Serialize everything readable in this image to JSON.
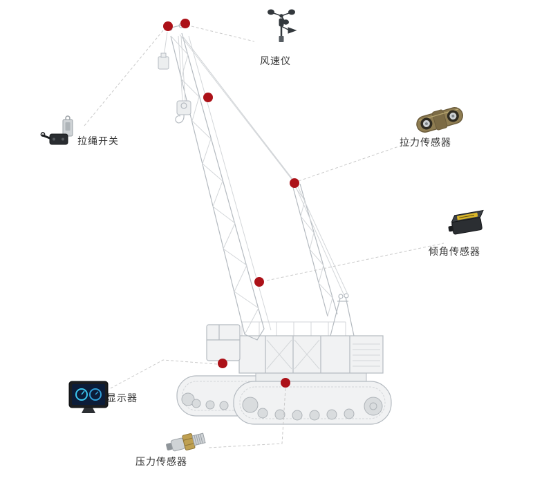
{
  "diagram": {
    "colors": {
      "background": "#ffffff",
      "marker": "#ac1118",
      "leader_line": "#c9c9c9",
      "label_text": "#333333"
    },
    "marker_count": 7,
    "sensors": [
      {
        "key": "anemometer",
        "label": "风速仪",
        "icon": "anemometer-icon"
      },
      {
        "key": "rope-pull-switch",
        "label": "拉绳开关",
        "icon": "rope-pull-switch-icon"
      },
      {
        "key": "tension-sensor",
        "label": "拉力传感器",
        "icon": "load-cell-icon"
      },
      {
        "key": "tilt-sensor",
        "label": "倾角传感器",
        "icon": "tilt-sensor-icon"
      },
      {
        "key": "display",
        "label": "显示器",
        "icon": "display-icon"
      },
      {
        "key": "pressure-sensor",
        "label": "压力传感器",
        "icon": "pressure-sensor-icon"
      }
    ]
  }
}
